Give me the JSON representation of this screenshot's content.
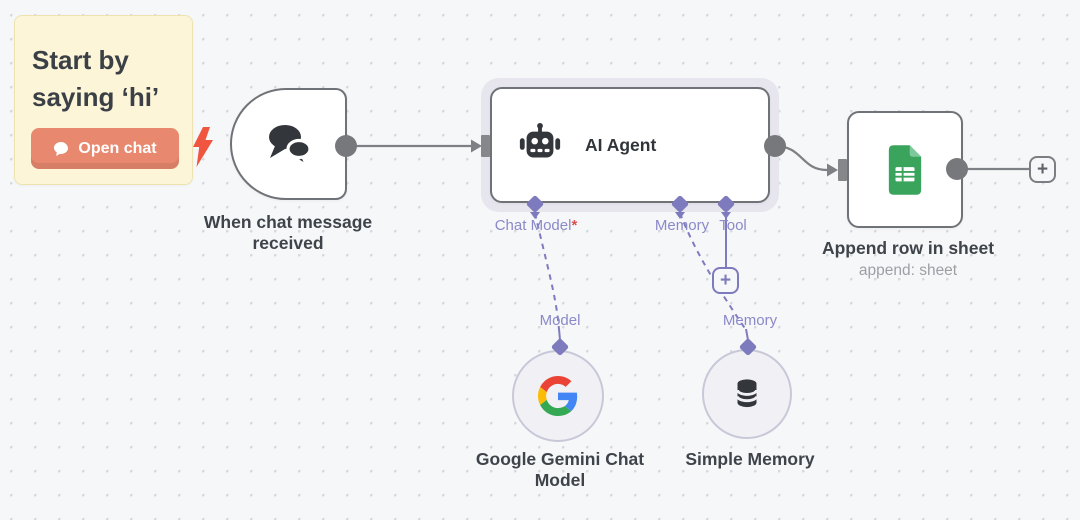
{
  "sticky": {
    "title": "Start by saying ‘hi’",
    "button_label": "Open chat"
  },
  "trigger": {
    "label": "When chat message received"
  },
  "agent": {
    "title": "AI Agent",
    "ports": {
      "chat_model": "Chat Model",
      "required_mark": "*",
      "memory": "Memory",
      "tool": "Tool"
    }
  },
  "sheet": {
    "label": "Append row in sheet",
    "subtitle": "append: sheet"
  },
  "gemini": {
    "port_label": "Model",
    "label": "Google Gemini Chat Model"
  },
  "simple_memory": {
    "port_label": "Memory",
    "label": "Simple Memory"
  },
  "icons": {
    "plus": "+"
  },
  "colors": {
    "canvas_bg": "#f6f7f9",
    "sticky_bg": "#fdf5d8",
    "sticky_border": "#eee3ae",
    "button_salmon": "#e8886f",
    "bolt_red": "#f0563f",
    "connector_gray": "#7d8084",
    "node_border": "#6f7277",
    "ai_accent_lavender": "#7d7bbd",
    "ai_label_lavender": "#8b89c8",
    "required_red": "#d9534e",
    "sheets_green": "#3aa45c",
    "google_blue": "#4285F4",
    "google_red": "#EA4335",
    "google_yellow": "#FBBC05",
    "google_green": "#34A853"
  }
}
